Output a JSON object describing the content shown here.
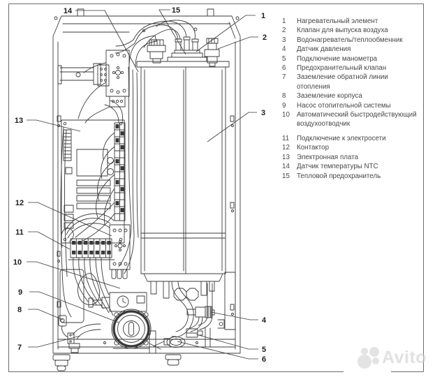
{
  "figure": {
    "description": "Exploded internal view of an electric boiler with numbered part callouts",
    "callouts": [
      "1",
      "2",
      "3",
      "4",
      "5",
      "6",
      "7",
      "8",
      "9",
      "10",
      "11",
      "12",
      "13",
      "14",
      "15"
    ]
  },
  "legend": {
    "items": [
      {
        "num": "1",
        "text": "Нагревательный элемент"
      },
      {
        "num": "2",
        "text": "Клапан для выпуска воздуха"
      },
      {
        "num": "3",
        "text": "Водонагреватель/теплообменник"
      },
      {
        "num": "4",
        "text": "Датчик давления"
      },
      {
        "num": "5",
        "text": "Подключение манометра"
      },
      {
        "num": "6",
        "text": "Предохранительный клапан"
      },
      {
        "num": "7",
        "text": "Заземление обратной линии отопления"
      },
      {
        "num": "8",
        "text": "Заземление корпуса"
      },
      {
        "num": "9",
        "text": "Насос отопительной системы"
      },
      {
        "num": "10",
        "text": "Автоматический быстродействующий воздухоотводчик"
      },
      {
        "num": "11",
        "text": "Подключение к электросети"
      },
      {
        "num": "12",
        "text": "Контактор"
      },
      {
        "num": "13",
        "text": "Электронная плата"
      },
      {
        "num": "14",
        "text": "Датчик температуры NTC"
      },
      {
        "num": "15",
        "text": "Тепловой предохранитель"
      }
    ]
  },
  "watermark": {
    "brand": "Avito"
  },
  "colors": {
    "line": "#3a3a3a",
    "frame": "#6b6b6b",
    "legend_text": "#474747",
    "watermark": "#cfcfcf"
  }
}
